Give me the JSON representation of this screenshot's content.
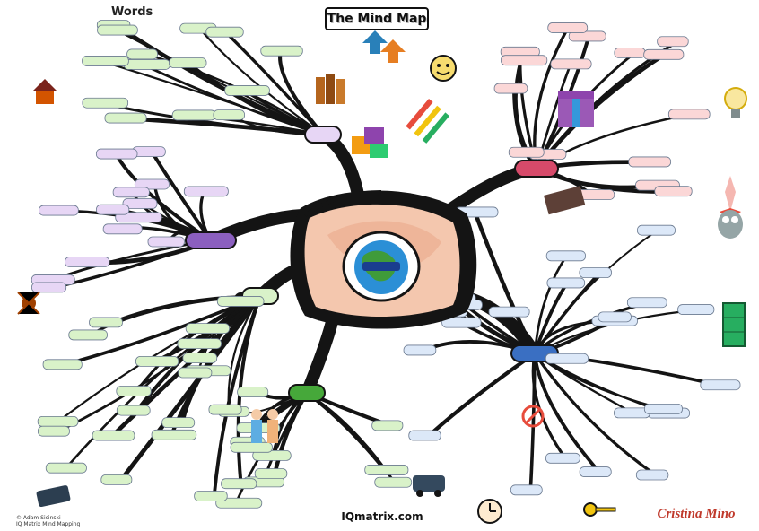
{
  "title": "The Mind Map",
  "footer_url": "IQmatrix.com",
  "logo_text": "Cristina Mino",
  "corner_word": "Words",
  "copyright_lines": [
    "© Adam Sicinski",
    "IQ Matrix Mind Mapping"
  ],
  "colors": {
    "branch": "#141414",
    "eye_skin": "#f4c7ae",
    "iris": "#2b8fd6",
    "globe_land": "#3f9b3a",
    "node_blue": "#dce8f8",
    "node_green": "#d9f2c9",
    "node_purple": "#e7d6f5",
    "node_pink": "#fbd7d7",
    "node_yellow": "#fff3b0",
    "hub_purple": "#8b5fbf",
    "hub_blue": "#3a6fc2",
    "hub_green": "#46a83a",
    "hub_pink": "#d64a6a"
  },
  "icons": [
    "eye-globe-icon",
    "books-icon",
    "pencils-icon",
    "gift-box-icon",
    "light-bulb-icon",
    "chalkboard-icon",
    "money-icon",
    "people-icon",
    "key-icon",
    "clock-icon"
  ]
}
